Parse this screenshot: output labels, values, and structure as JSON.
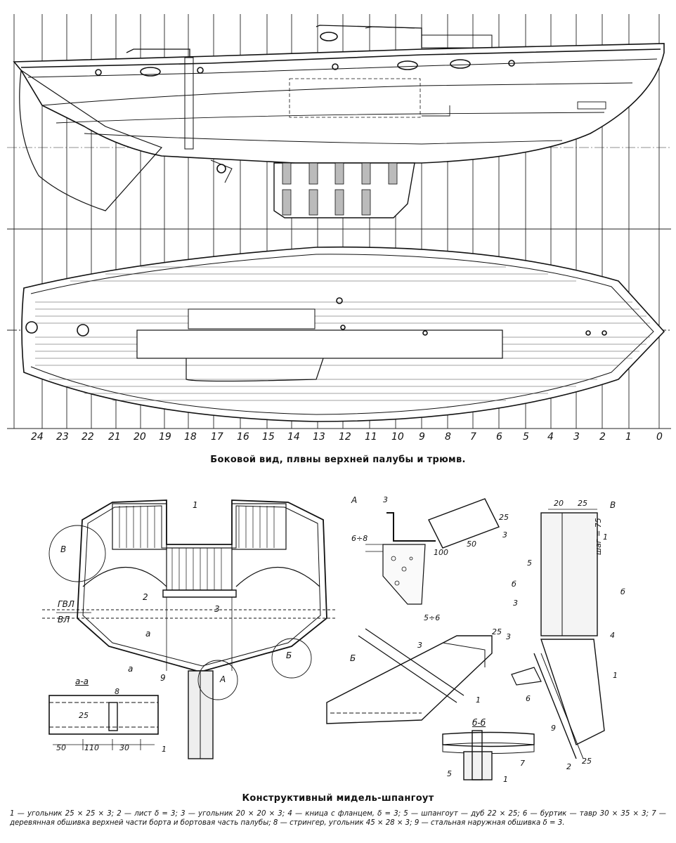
{
  "frame_numbers": [
    "24",
    "23",
    "22",
    "21",
    "20",
    "19",
    "18",
    "17",
    "16",
    "15",
    "14",
    "13",
    "12",
    "11",
    "10",
    "9",
    "8",
    "7",
    "6",
    "5",
    "4",
    "3",
    "2",
    "1",
    "0"
  ],
  "caption_top": "Боковой вид, плвны верхней палубы и трюмв.",
  "caption_bottom": "Конструктивный мидель-шпангоут",
  "legend": "1 — угольник 25 × 25 × 3; 2 — лист δ = 3; 3 — угольник 20 × 20 × 3; 4 — кница с фланцем, δ = 3; 5 — шпангоут — дуб 22 × 25; 6 — буртик — тавр 30 × 35 × 3; 7 — деревянная обшивка верхней части борта и бортовая часть палубы; 8 — стрингер, угольник 45 × 28 × 3; 9 — стальная наружная обшивка δ = 3.",
  "midship": {
    "num1": "1",
    "num2": "2",
    "num3": "3",
    "num9": "9",
    "gvl": "ГВЛ",
    "vl": "ВЛ",
    "circle_v": "В",
    "circle_b": "Б",
    "circle_a": "А",
    "sec_a": "а",
    "sec_a2": "а"
  },
  "section_aa": {
    "title": "а-а",
    "num8": "8",
    "num1": "1",
    "d25": "25",
    "d50": "50",
    "d110": "110",
    "d30": "30"
  },
  "detail_a": {
    "title": "А",
    "d3a": "3",
    "d25": "25",
    "d3b": "3",
    "d68": "6÷8",
    "d100": "100",
    "d50": "50",
    "d56": "5÷6"
  },
  "detail_b": {
    "title": "Б",
    "num3": "3",
    "num1": "1",
    "d25": "25",
    "d3": "3"
  },
  "detail_v": {
    "title": "В",
    "d20": "20",
    "d25": "25",
    "num1": "1",
    "num3": "3",
    "num4": "4",
    "num5": "5",
    "num6": "6",
    "num9": "9",
    "num1b": "1",
    "step": "шаг = 75",
    "b1": "б",
    "b2": "б",
    "d2": "2",
    "d25b": "25"
  },
  "section_bb": {
    "title": "б-б",
    "num5": "5",
    "num1": "1",
    "num7": "7"
  }
}
